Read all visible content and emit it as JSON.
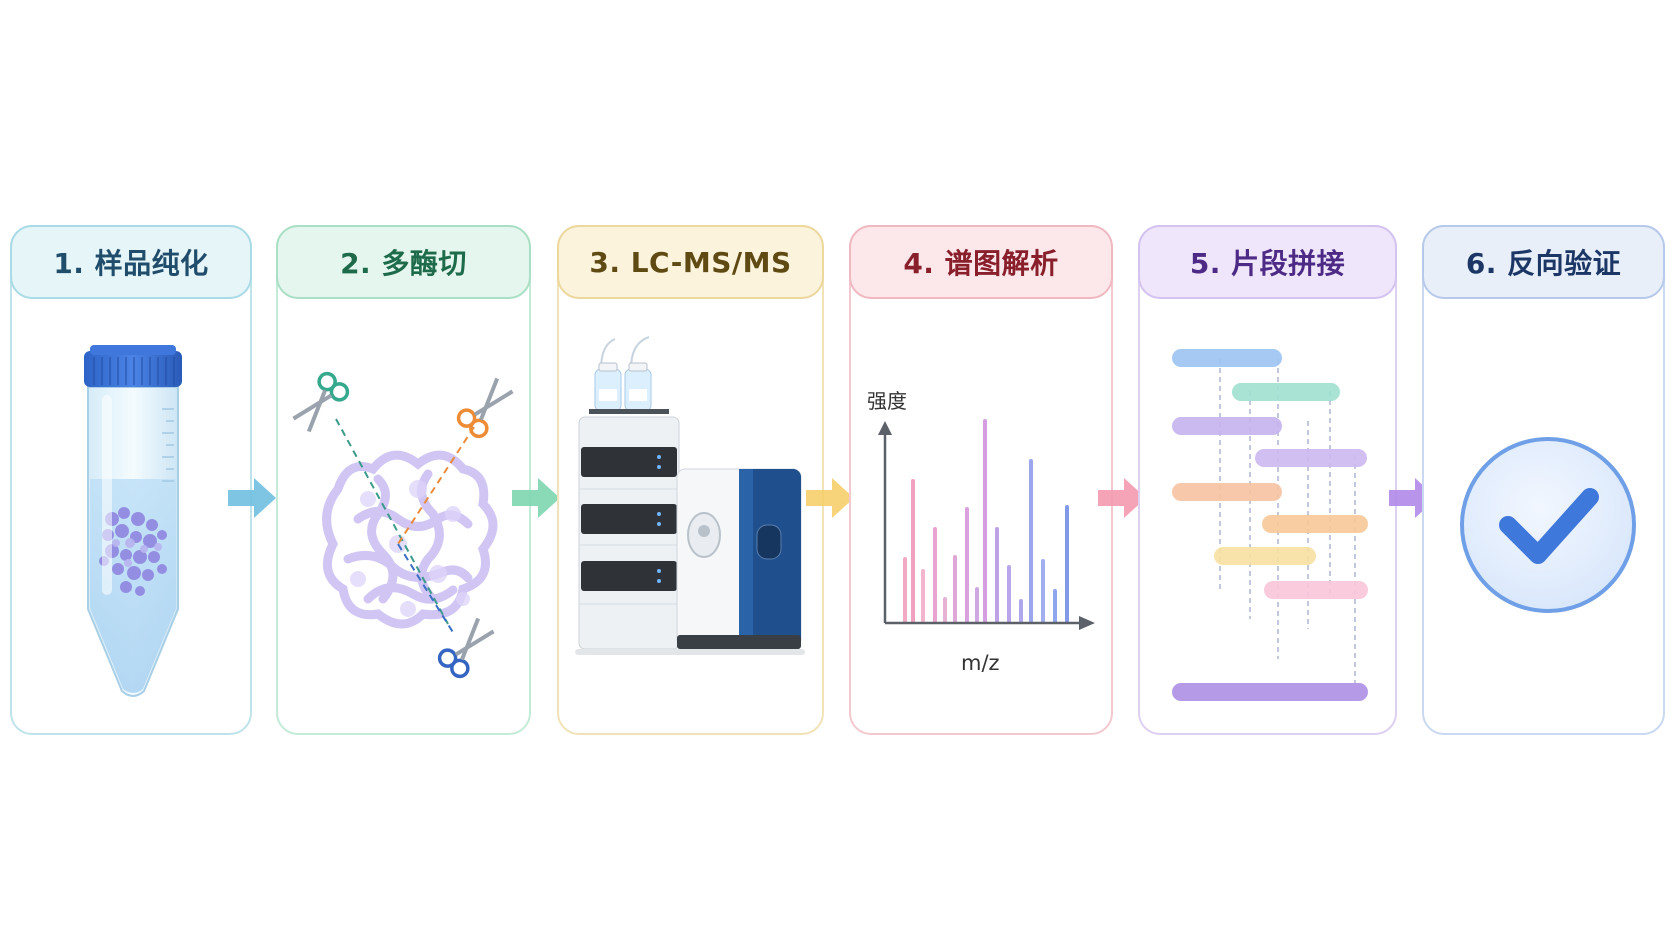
{
  "steps": [
    {
      "label": "1. 样品纯化",
      "color": "#1f4d6b"
    },
    {
      "label": "2. 多酶切",
      "color": "#1d6b4a"
    },
    {
      "label": "3. LC-MS/MS",
      "color": "#5e4a12"
    },
    {
      "label": "4. 谱图解析",
      "color": "#8a1f2c"
    },
    {
      "label": "5. 片段拼接",
      "color": "#4d2a85"
    },
    {
      "label": "6. 反向验证",
      "color": "#1c3766"
    }
  ],
  "spectrum": {
    "y_label": "强度",
    "x_label": "m/z"
  },
  "arrows": [
    {
      "color": "#6fbfe0"
    },
    {
      "color": "#7dd6b0"
    },
    {
      "color": "#f6cf6a"
    },
    {
      "color": "#f49ab0"
    },
    {
      "color": "#b08ae8"
    }
  ]
}
